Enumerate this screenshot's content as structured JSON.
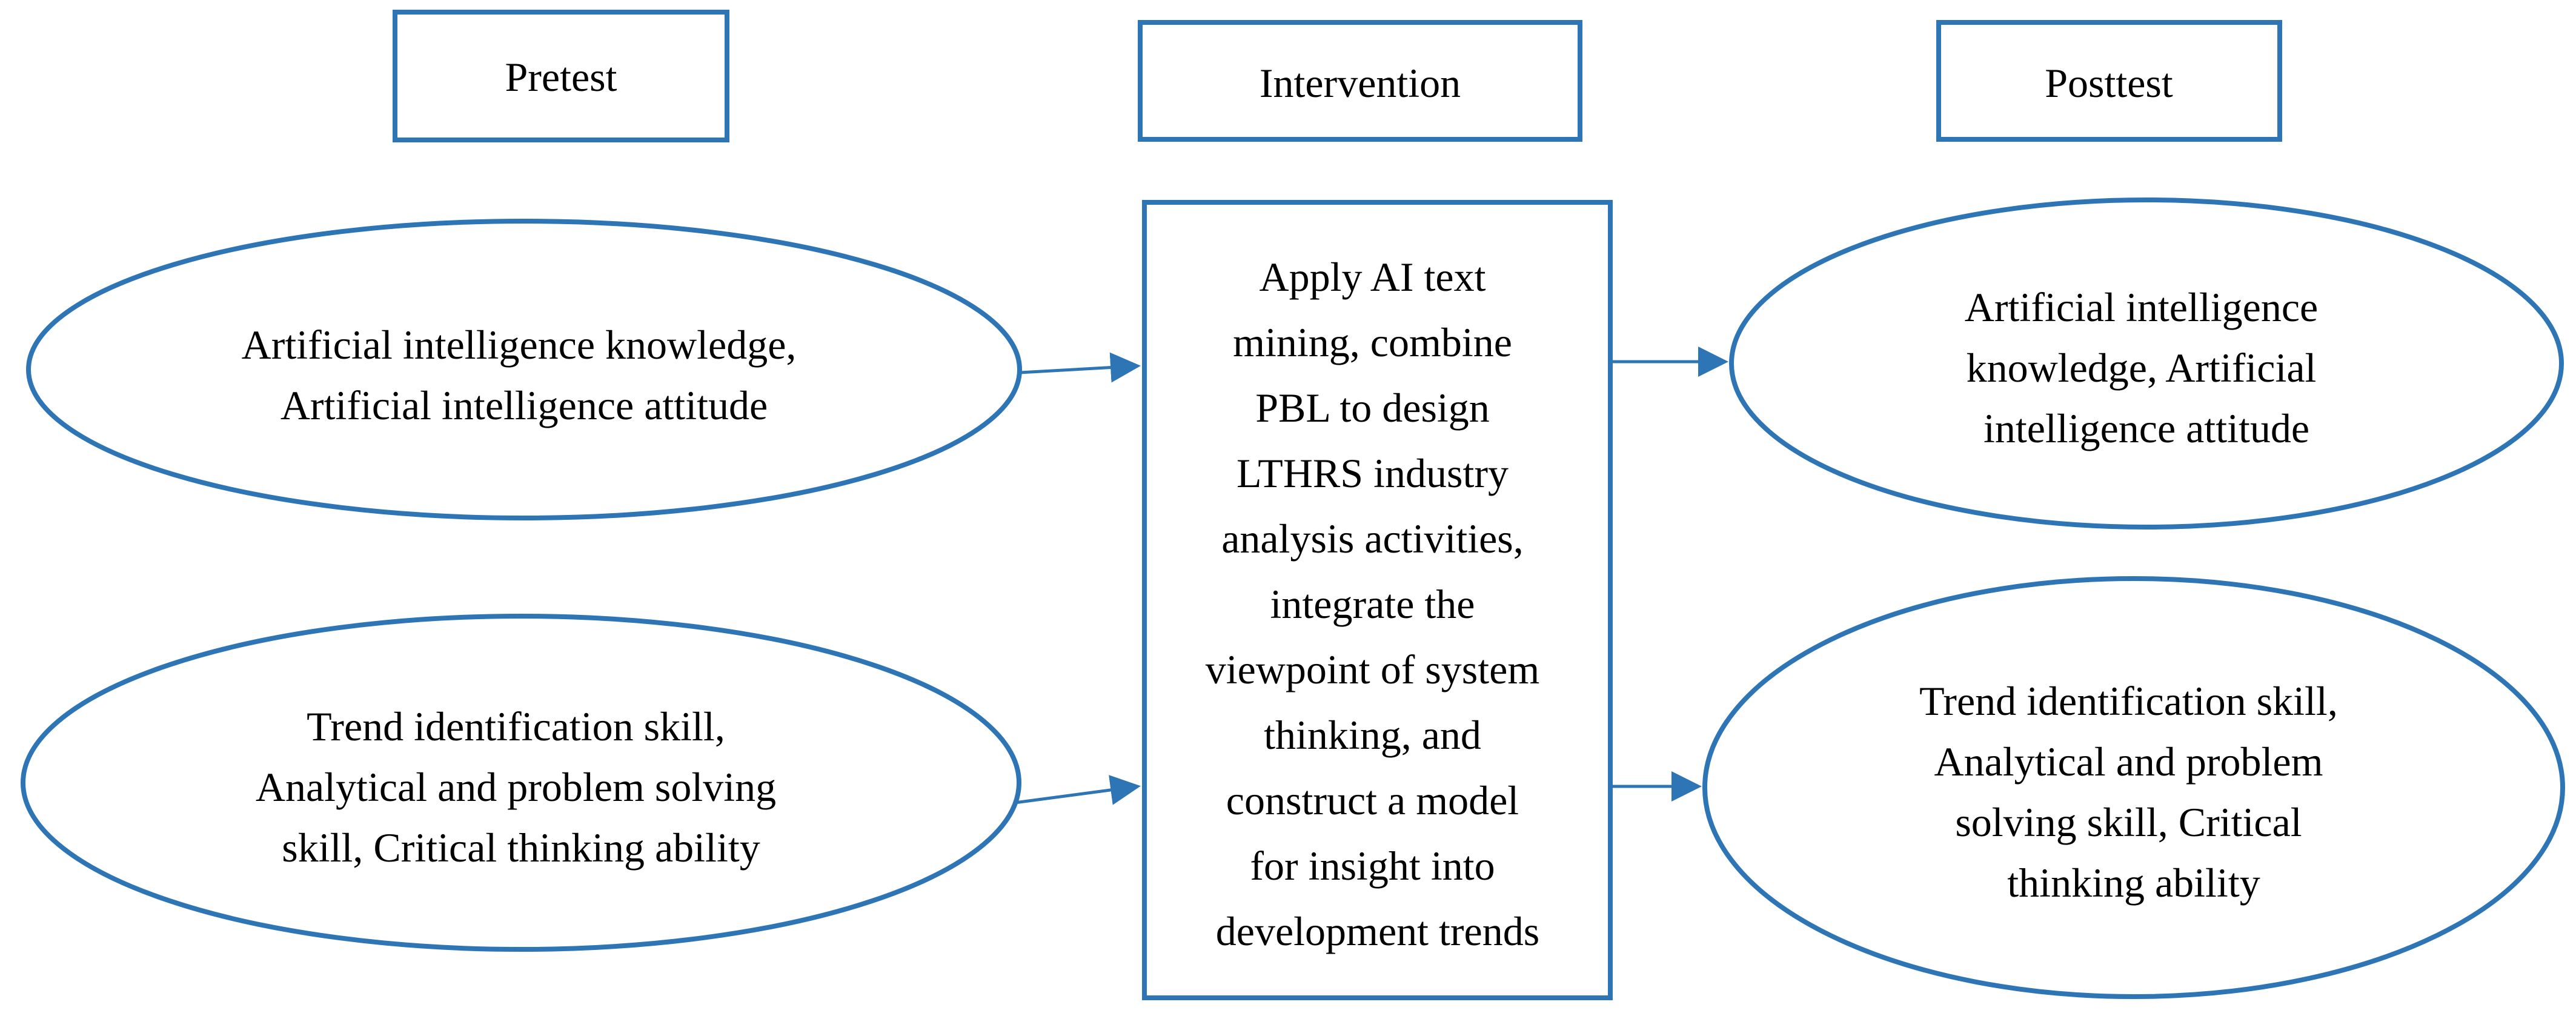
{
  "colors": {
    "outline": "#2e75b6",
    "text": "#000000",
    "background": "#ffffff"
  },
  "phases": {
    "pretest": "Pretest",
    "intervention": "Intervention",
    "posttest": "Posttest"
  },
  "pretest": {
    "top": [
      "Artificial intelligence knowledge,",
      "Artificial intelligence attitude"
    ],
    "bottom": [
      "Trend identification skill,",
      "Analytical and problem solving",
      "skill, Critical thinking ability"
    ]
  },
  "intervention": {
    "lines": [
      "Apply AI text",
      "mining, combine",
      "PBL to design",
      "LTHRS industry",
      "analysis activities,",
      "integrate the",
      "viewpoint of system",
      "thinking, and",
      "construct a model",
      "for insight into",
      "development trends"
    ]
  },
  "posttest": {
    "top": [
      "Artificial intelligence",
      "knowledge, Artificial",
      "intelligence attitude"
    ],
    "bottom": [
      "Trend identification skill,",
      "Analytical and problem",
      "solving skill, Critical",
      "thinking ability"
    ]
  }
}
